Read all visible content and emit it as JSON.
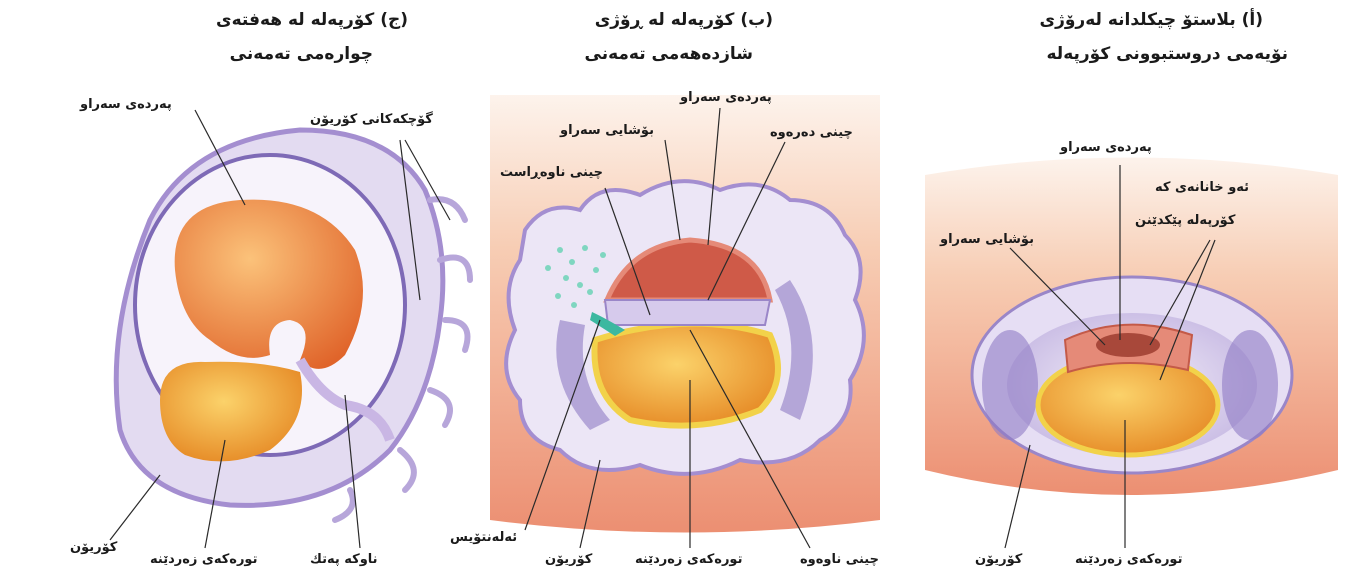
{
  "panels": {
    "a": {
      "title_line1": "(أ) بلاستۆ چیکلدانە لەرۆژی",
      "title_line2": "نۆیەمی دروستبوونی کۆرپەلە"
    },
    "b": {
      "title_line1": "(ب) کۆرپەلە لە ڕۆژی",
      "title_line2": "شازدەهەمی تەمەنی"
    },
    "c": {
      "title_line1": "(ج) کۆرپەلە لە هەفتەی",
      "title_line2": "چوارەمی تەمەنی"
    }
  },
  "labels": {
    "a_amnion": "پەردەی سەراو",
    "a_cells_line1": "ئەو خانانەی کە",
    "a_cells_line2": "کۆرپەلە پێکدێنن",
    "a_amniotic_cavity": "بۆشایی سەراو",
    "a_chorion": "کۆریۆن",
    "a_yolk_sac": "تورەکەی زەردێنە",
    "b_amnion": "پەردەی سەراو",
    "b_amniotic_cavity": "بۆشایی سەراو",
    "b_ectoderm": "چینی دەرەوە",
    "b_mesoderm": "چینی ناوەڕاست",
    "b_allantois": "ئەلەنتۆیس",
    "b_chorion": "کۆریۆن",
    "b_yolk_sac": "تورەکەی زەردێنە",
    "b_endoderm": "چینی ناوەوە",
    "c_amnion": "پەردەی سەراو",
    "c_chorionic_villi": "گۆچکەکانی کۆریۆن",
    "c_chorion": "کۆریۆن",
    "c_yolk_sac": "تورەکەی زەردێنە",
    "c_umbilical_cord": "ناوکە پەتك"
  },
  "colors": {
    "uterus_tissue": "#f4b898",
    "chorion": "#d8d0ec",
    "membrane_purple": "#9a86c8",
    "amnion_red": "#d9705a",
    "yolk_orange": "#f0a030",
    "yolk_edge": "#f2d24a",
    "embryo_orange": "#f28a3c"
  }
}
